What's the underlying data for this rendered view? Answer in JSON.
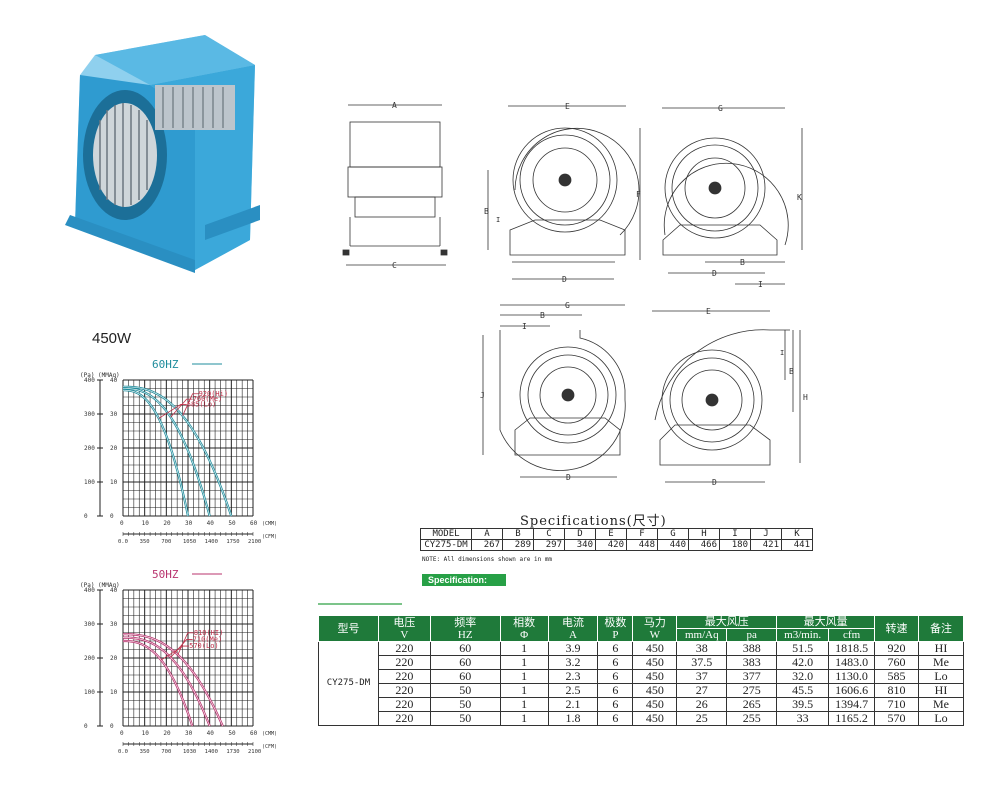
{
  "product": {
    "power_label": "450W"
  },
  "drawings": {
    "view1": {
      "A": "A",
      "C": "C"
    },
    "view2": {
      "E": "E",
      "F": "F",
      "B": "B",
      "I": "I",
      "D": "D"
    },
    "view3": {
      "G": "G",
      "K": "K",
      "B": "B",
      "D": "D",
      "I": "I"
    },
    "view4": {
      "G": "G",
      "B": "B",
      "I": "I",
      "J": "J",
      "D": "D"
    },
    "view5": {
      "E": "E",
      "B": "B",
      "H": "H",
      "I": "I",
      "D": "D"
    }
  },
  "colors": {
    "hz60": "#1f8c9c",
    "hz50": "#b8336e",
    "green_header": "#1f7a3a",
    "badge": "#27a046",
    "fan_blue": "#3ba8da"
  },
  "chart_data": [
    {
      "type": "line",
      "title": "60HZ",
      "ylabel_left": "(Pa)",
      "ylabel_right": "(MMAq)",
      "xlabel": "(CMM)",
      "x2label": "(CFM)",
      "xlim": [
        0,
        60
      ],
      "ylim": [
        0,
        40
      ],
      "x_ticks": [
        "0",
        "10",
        "20",
        "30",
        "40",
        "50",
        "60"
      ],
      "y_ticks_mmaq": [
        "0",
        "10",
        "20",
        "30",
        "40"
      ],
      "y_ticks_pa": [
        "0",
        "100",
        "200",
        "300",
        "400"
      ],
      "cfm_ticks": [
        "0.0",
        "350",
        "700",
        "1050",
        "1400",
        "1750",
        "2100"
      ],
      "grid": true,
      "series": [
        {
          "name": "920(Hi)",
          "p0": 38,
          "qmax": 50
        },
        {
          "name": "760(Me)",
          "p0": 37.5,
          "qmax": 40
        },
        {
          "name": "585(Lo)",
          "p0": 37,
          "qmax": 30
        }
      ]
    },
    {
      "type": "line",
      "title": "50HZ",
      "ylabel_left": "(Pa)",
      "ylabel_right": "(MMAq)",
      "xlabel": "(CMM)",
      "x2label": "(CFM)",
      "xlim": [
        0,
        60
      ],
      "ylim": [
        0,
        40
      ],
      "x_ticks": [
        "0",
        "10",
        "20",
        "30",
        "40",
        "50",
        "60"
      ],
      "y_ticks_mmaq": [
        "0",
        "10",
        "20",
        "30",
        "40"
      ],
      "y_ticks_pa": [
        "0",
        "100",
        "200",
        "300",
        "400"
      ],
      "cfm_ticks": [
        "0.0",
        "350",
        "700",
        "1030",
        "1400",
        "1730",
        "2100"
      ],
      "grid": true,
      "series": [
        {
          "name": "810(HI)",
          "p0": 27,
          "qmax": 46
        },
        {
          "name": "710(Me)",
          "p0": 26,
          "qmax": 40
        },
        {
          "name": "570(Lo)",
          "p0": 25,
          "qmax": 32
        }
      ]
    }
  ],
  "dimensions": {
    "title": "Specifications(尺寸)",
    "headers": [
      "MODEL",
      "A",
      "B",
      "C",
      "D",
      "E",
      "F",
      "G",
      "H",
      "I",
      "J",
      "K"
    ],
    "row": [
      "CY275-DM",
      "267",
      "289",
      "297",
      "340",
      "420",
      "448",
      "440",
      "466",
      "180",
      "421",
      "441"
    ],
    "note": "NOTE: All dimensions shown are in mm"
  },
  "spec": {
    "badge": "Specification:",
    "headers": {
      "model": "型号",
      "voltage": "电压",
      "voltage_unit": "V",
      "freq": "频率",
      "freq_unit": "HZ",
      "phase": "相数",
      "phase_unit": "Φ",
      "current": "电流",
      "current_unit": "A",
      "poles": "极数",
      "poles_unit": "P",
      "power": "马力",
      "power_unit": "W",
      "max_pressure": "最大风压",
      "mmaq": "mm/Aq",
      "pa": "pa",
      "max_flow": "最大风量",
      "m3min": "m3/min.",
      "cfm": "cfm",
      "speed": "转速",
      "remark": "备注"
    },
    "model": "CY275-DM",
    "rows": [
      [
        "220",
        "60",
        "1",
        "3.9",
        "6",
        "450",
        "38",
        "388",
        "51.5",
        "1818.5",
        "920",
        "HI"
      ],
      [
        "220",
        "60",
        "1",
        "3.2",
        "6",
        "450",
        "37.5",
        "383",
        "42.0",
        "1483.0",
        "760",
        "Me"
      ],
      [
        "220",
        "60",
        "1",
        "2.3",
        "6",
        "450",
        "37",
        "377",
        "32.0",
        "1130.0",
        "585",
        "Lo"
      ],
      [
        "220",
        "50",
        "1",
        "2.5",
        "6",
        "450",
        "27",
        "275",
        "45.5",
        "1606.6",
        "810",
        "HI"
      ],
      [
        "220",
        "50",
        "1",
        "2.1",
        "6",
        "450",
        "26",
        "265",
        "39.5",
        "1394.7",
        "710",
        "Me"
      ],
      [
        "220",
        "50",
        "1",
        "1.8",
        "6",
        "450",
        "25",
        "255",
        "33",
        "1165.2",
        "570",
        "Lo"
      ]
    ]
  }
}
